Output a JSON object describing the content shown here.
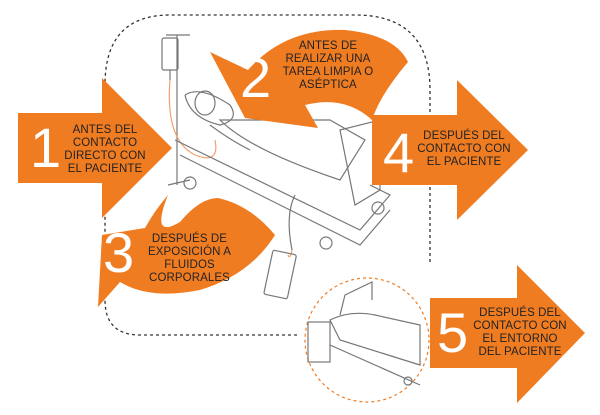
{
  "colors": {
    "accent": "#f07c22",
    "line": "#333333",
    "illustration": "#777777",
    "tube": "#f4a070"
  },
  "moments": [
    {
      "number": "1",
      "lines": [
        "ANTES DEL",
        "CONTACTO",
        "DIRECTO CON",
        "EL PACIENTE"
      ]
    },
    {
      "number": "2",
      "lines": [
        "ANTES DE",
        "REALIZAR UNA",
        "TAREA LIMPIA O",
        "ASÉPTICA"
      ]
    },
    {
      "number": "3",
      "lines": [
        "DESPUÉS DE",
        "EXPOSICIÓN A",
        "FLUIDOS",
        "CORPORALES"
      ]
    },
    {
      "number": "4",
      "lines": [
        "DESPUÉS DEL",
        "CONTACTO CON",
        "EL PACIENTE"
      ]
    },
    {
      "number": "5",
      "lines": [
        "DESPUÉS DEL",
        "CONTACTO CON",
        "EL ENTORNO",
        "DEL PACIENTE"
      ]
    }
  ]
}
